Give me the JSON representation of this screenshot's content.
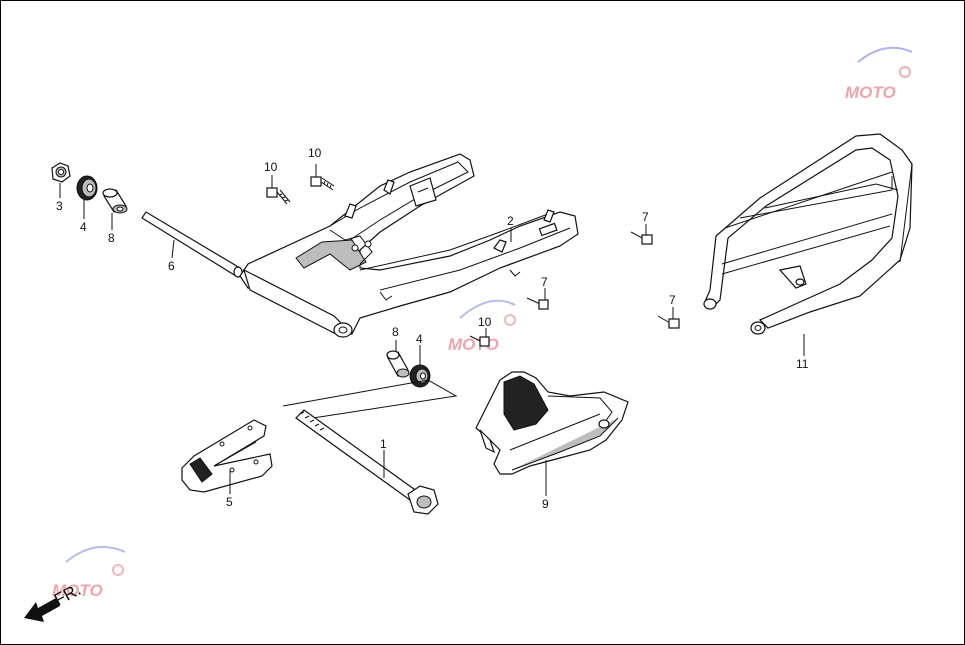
{
  "diagram": {
    "callouts": [
      {
        "id": "c3a",
        "label": "3"
      },
      {
        "id": "c4a",
        "label": "4"
      },
      {
        "id": "c8a",
        "label": "8"
      },
      {
        "id": "c6",
        "label": "6"
      },
      {
        "id": "c10a",
        "label": "10"
      },
      {
        "id": "c10b",
        "label": "10"
      },
      {
        "id": "c2",
        "label": "2"
      },
      {
        "id": "c7a",
        "label": "7"
      },
      {
        "id": "c7b",
        "label": "7"
      },
      {
        "id": "c7c",
        "label": "7"
      },
      {
        "id": "c11",
        "label": "11"
      },
      {
        "id": "c8b",
        "label": "8"
      },
      {
        "id": "c4b",
        "label": "4"
      },
      {
        "id": "c10c",
        "label": "10"
      },
      {
        "id": "c1",
        "label": "1"
      },
      {
        "id": "c5",
        "label": "5"
      },
      {
        "id": "c9",
        "label": "9"
      }
    ],
    "direction_label": "FR.",
    "watermark": "MOTO"
  },
  "colors": {
    "line": "#111111",
    "fill_dark": "#222222",
    "fill_grey": "#bdbdbd",
    "watermark_pink": "#e35a6a",
    "watermark_blue": "#5a6ad8"
  }
}
